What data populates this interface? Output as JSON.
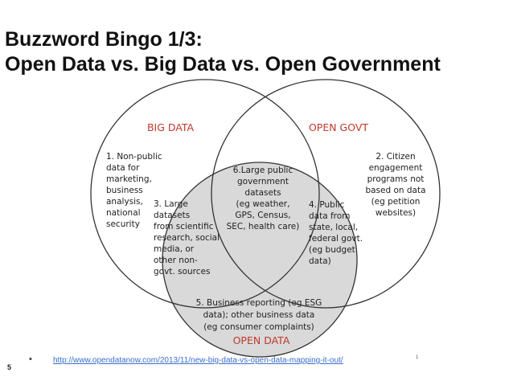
{
  "slide": {
    "title_line1": "Buzzword Bingo 1/3:",
    "title_line2": "Open Data vs. Big Data vs. Open Government",
    "number": "5"
  },
  "diagram": {
    "sets": {
      "big_data": "BIG DATA",
      "open_govt": "OPEN GOVT",
      "open_data": "OPEN DATA"
    },
    "regions": {
      "r1": [
        "1. Non-public",
        "data for",
        "marketing,",
        "business",
        "analysis,",
        "national",
        "security"
      ],
      "r2": [
        "2. Citizen",
        "engagement",
        "programs not",
        "based on data",
        "(eg petition",
        "websites)"
      ],
      "r3": [
        "3. Large",
        "datasets",
        "from scientific",
        "research, social",
        "media, or",
        "other non-",
        "govt. sources"
      ],
      "r4": [
        "4. Public",
        "data from",
        "state, local,",
        "federal  govt.",
        "(eg budget",
        "data)"
      ],
      "r5": [
        "5. Business reporting (eg ESG",
        "data); other business data",
        "(eg consumer complaints)"
      ],
      "r6": [
        "6.Large public",
        "government",
        "datasets",
        "(eg weather,",
        "GPS, Census,",
        "SEC, health care)"
      ]
    },
    "colors": {
      "open_data_fill": "#d9d9d9",
      "circle_stroke": "#333333",
      "set_label": "#c0392b",
      "region_text": "#1e1e1e"
    }
  },
  "footer": {
    "bullet": "•",
    "source_url": "http://www.opendatanow.com/2013/11/new-big-data-vs-open-data-mapping-it-out/",
    "mark": "1"
  }
}
